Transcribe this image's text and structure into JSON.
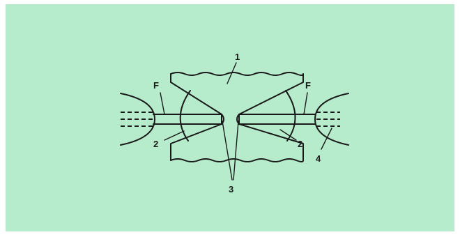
{
  "labels": {
    "block": "1",
    "lens_left": "2",
    "lens_right": "2",
    "tips": "3",
    "connector": "4",
    "fiber_left": "F",
    "fiber_right": "F"
  },
  "colors": {
    "background": "#b6eccb",
    "ink": "#1a1a1a"
  }
}
